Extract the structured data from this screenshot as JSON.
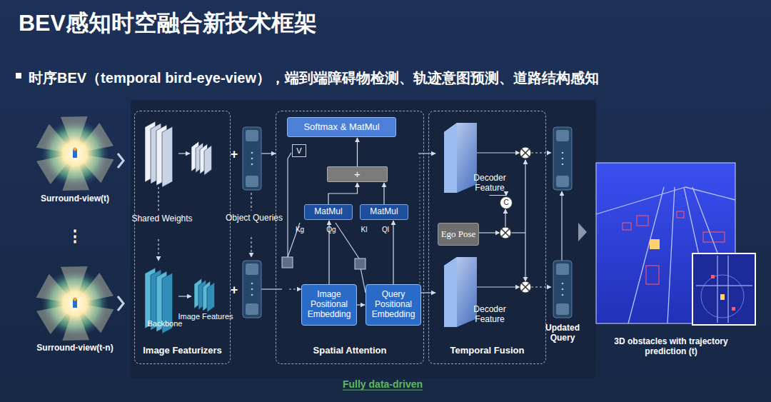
{
  "diagram": {
    "title": "BEV感知时空融合新技术框架",
    "caption": "Fully data-driven",
    "nodes": [
      {
        "text": [
          "Image Featurizers"
        ]
      },
      {
        "text": [
          "Spatial Attention"
        ]
      },
      {
        "text": [
          "Softmax & MatMul"
        ],
        "in": 1
      },
      {
        "text": [
          "V"
        ],
        "in": 1
      },
      {
        "text": [
          "+"
        ],
        "in": 1
      },
      {
        "text": [
          "MatMul"
        ],
        "in": 1
      },
      {
        "text": [
          "MatMul"
        ],
        "in": 1
      },
      {
        "text": [
          "Image Positional Embedding"
        ],
        "in": 1
      },
      {
        "text": [
          "Query Positional Embedding"
        ],
        "in": 1
      },
      {
        "text": [
          "Temporal Fusion"
        ]
      },
      {
        "text": [
          "Decoder Feature"
        ],
        "in": 9
      },
      {
        "text": [
          "C"
        ],
        "in": 9
      },
      {
        "text": [
          "Ego Pose"
        ],
        "in": 9
      },
      {
        "text": [
          "Decoder Feature"
        ],
        "in": 9
      }
    ],
    "edges": [
      {
        "from": 5,
        "to": 4,
        "arrow": "to"
      },
      {
        "from": 6,
        "to": 4,
        "arrow": "to"
      },
      {
        "from": 4,
        "to": 2,
        "arrow": "to"
      },
      {
        "from": 7,
        "to": 5,
        "arrow": "to"
      },
      {
        "from": 8,
        "to": 6,
        "arrow": "to"
      },
      {
        "from": 7,
        "to": 8,
        "arrow": "to"
      },
      {
        "from": 10,
        "to": 11,
        "arrow": "to"
      }
    ],
    "labels": [
      "Surround-view(t)",
      "⋮",
      "Surround-view(t-n)",
      "Shared Weights",
      "Backbone",
      "Image Features",
      "+",
      "+",
      "Object Queries",
      "Kg",
      "Qg",
      "Kl",
      "Ql",
      "Updated Query",
      "3D obstacles with trajectory prediction (t)",
      "时序BEV（temporal bird-eye-view），端到端障碍物检测、轨迹意图预测、道路结构感知"
    ]
  }
}
